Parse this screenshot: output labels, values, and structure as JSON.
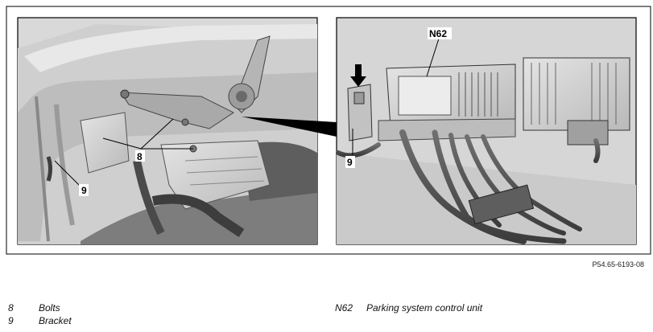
{
  "figure": {
    "callouts": {
      "left_bolts": "8",
      "left_bracket": "9",
      "right_unit": "N62",
      "right_bracket": "9"
    },
    "image_code": "P54.65-6193-08"
  },
  "legend": {
    "items": [
      {
        "key": "8",
        "label": "Bolts"
      },
      {
        "key": "9",
        "label": "Bracket"
      },
      {
        "key": "N62",
        "label": "Parking system control unit"
      }
    ]
  }
}
